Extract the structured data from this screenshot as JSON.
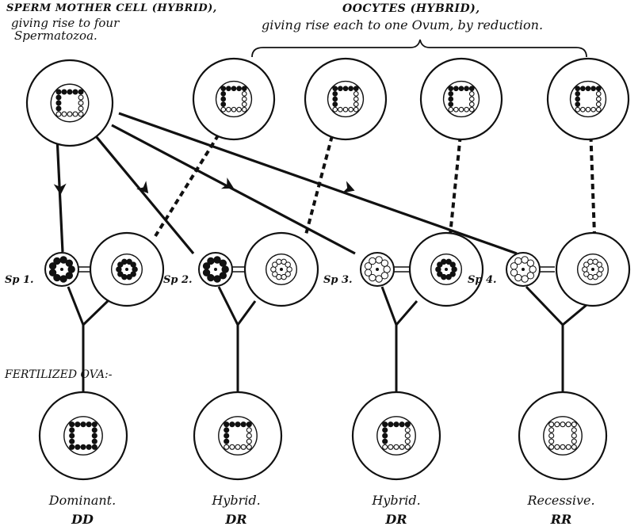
{
  "header": {
    "sperm_title": "SPERM MOTHER CELL (HYBRID),",
    "sperm_sub_1": "giving rise to four",
    "sperm_sub_2": "Spermatozoa.",
    "oocyte_title": "OOCYTES (HYBRID),",
    "oocyte_sub": "giving rise each to one Ovum, by reduction."
  },
  "sperm_labels": [
    "Sp 1.",
    "Sp 2.",
    "Sp 3.",
    "Sp 4."
  ],
  "fertilized_label": "FERTILIZED OVA:-",
  "results": [
    {
      "name": "Dominant.",
      "genotype": "DD"
    },
    {
      "name": "Hybrid.",
      "genotype": "DR"
    },
    {
      "name": "Hybrid.",
      "genotype": "DR"
    },
    {
      "name": "Recessive.",
      "genotype": "RR"
    }
  ],
  "chromosome_pattern": {
    "mother": "mixed",
    "oocytes": [
      "mixed",
      "mixed",
      "mixed",
      "mixed"
    ],
    "sperm": [
      "dominant",
      "dominant",
      "recessive",
      "recessive"
    ],
    "ova": [
      "dominant",
      "recessive",
      "dominant",
      "recessive"
    ],
    "fertilized": [
      "dominant",
      "mixed",
      "mixed",
      "recessive"
    ]
  },
  "colors": {
    "ink": "#111111",
    "paper": "#ffffff"
  }
}
